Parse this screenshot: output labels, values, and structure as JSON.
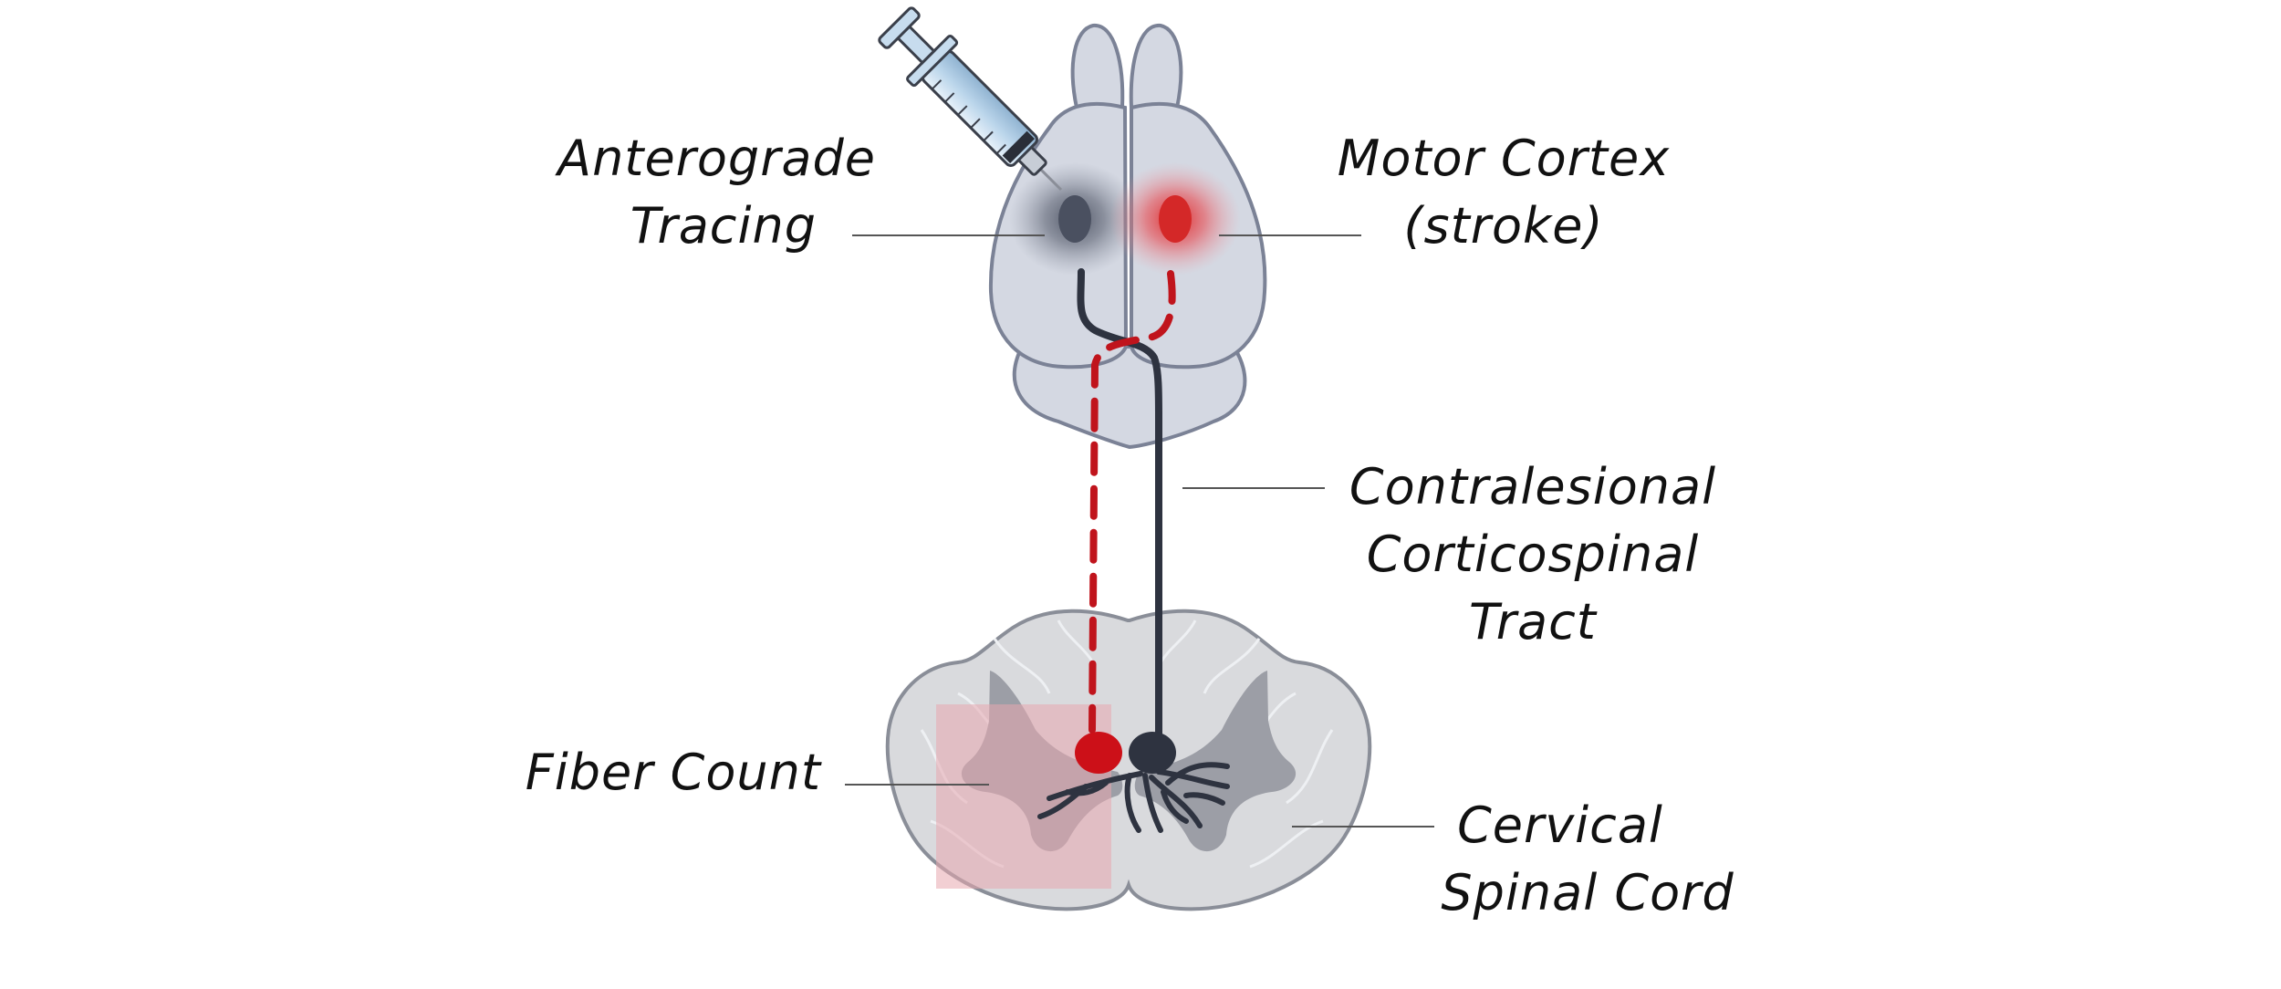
{
  "labels": {
    "anterograde": [
      "Anterograde",
      "Tracing"
    ],
    "motor": [
      "Motor Cortex",
      "(stroke)"
    ],
    "contralesional": [
      "Contralesional",
      "Corticospinal",
      "Tract"
    ],
    "fiber": [
      "Fiber Count"
    ],
    "cervical": [
      "Cervical",
      "Spinal Cord"
    ]
  },
  "colors": {
    "brain_fill": "#d4d8e2",
    "brain_stroke": "#7b8296",
    "cord_fill": "#d9dadd",
    "gray_matter": "#9c9ea6",
    "tract_dark": "#2e3340",
    "tract_red": "#c0141c",
    "roi_box": "#e8a8ae",
    "leader_line": "#555555"
  },
  "icons": {
    "injection": "syringe-icon"
  }
}
